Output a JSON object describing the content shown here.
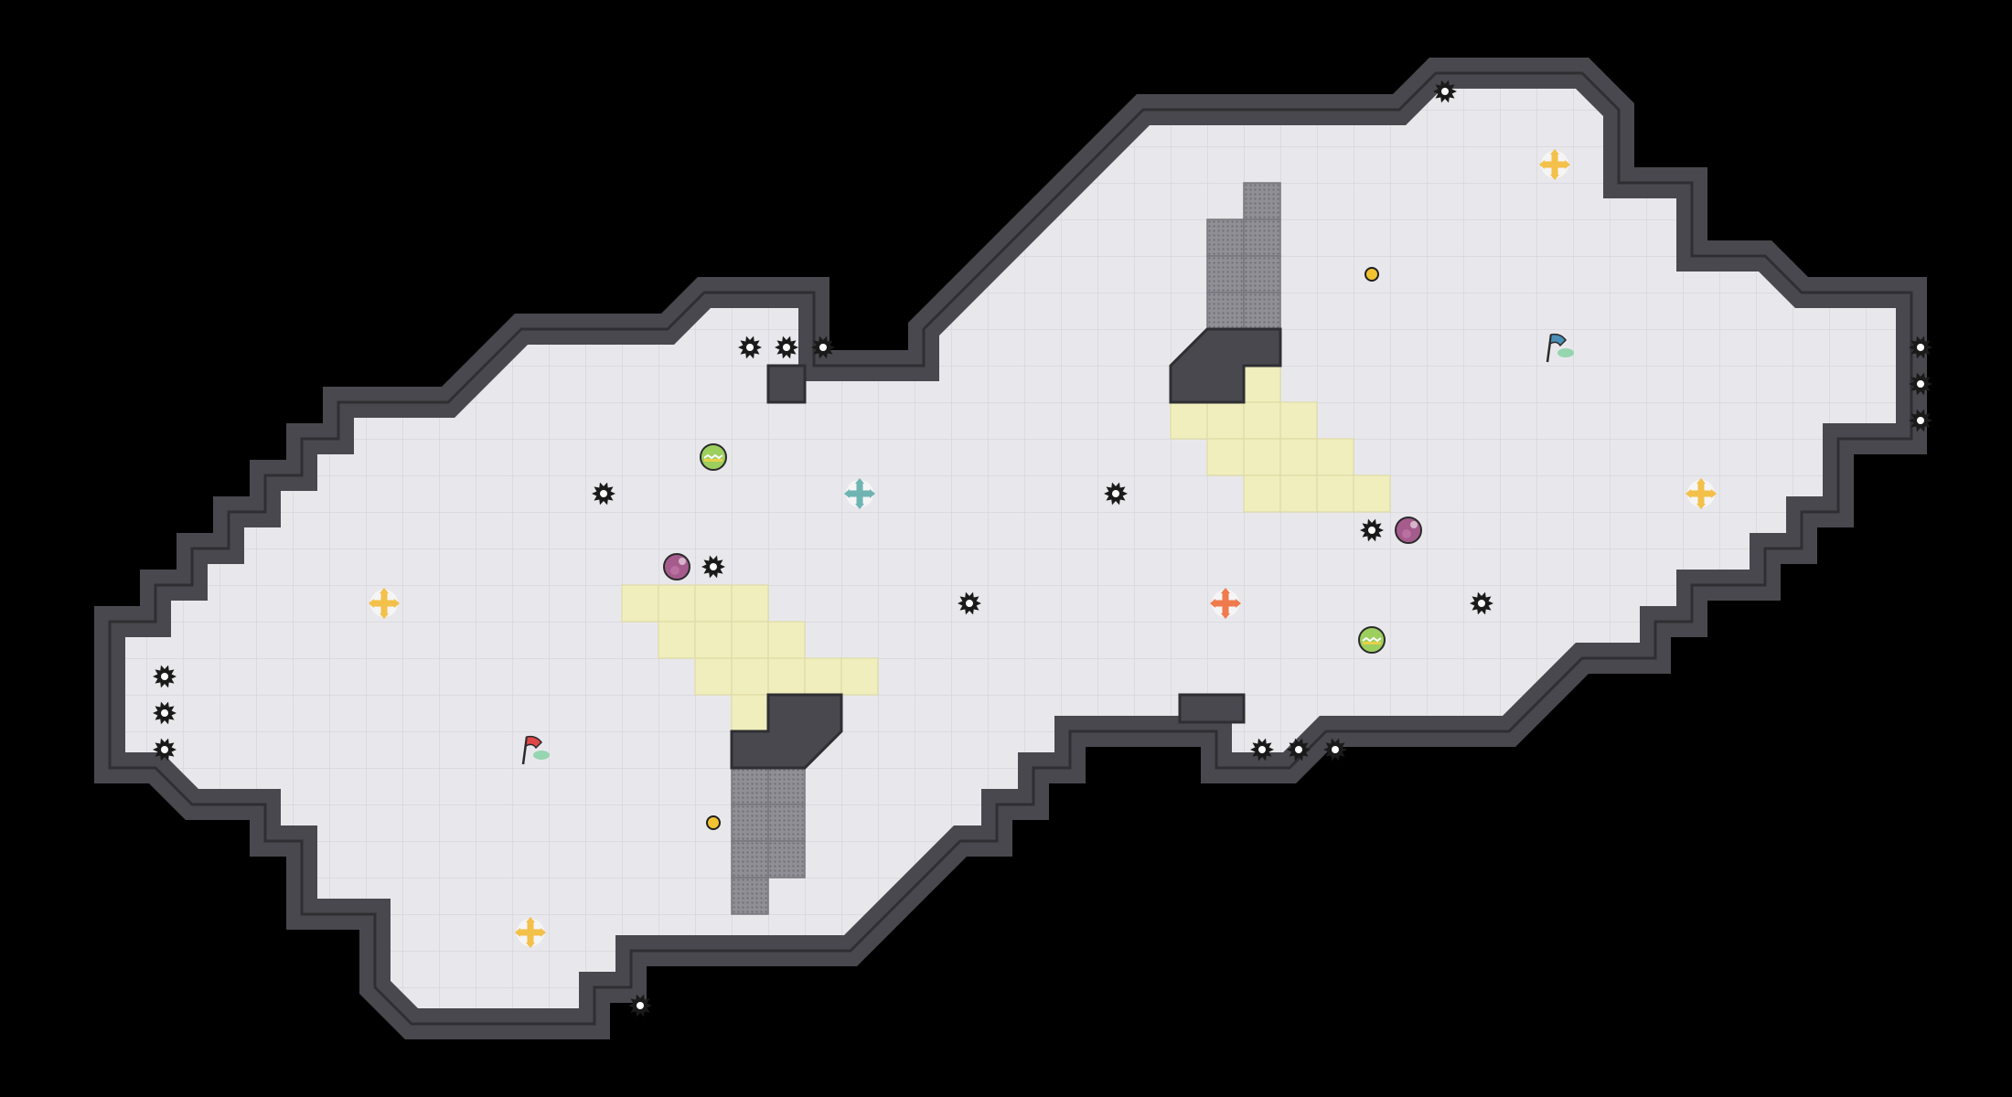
{
  "colors": {
    "background": "#000000",
    "floor": "#e8e8ec",
    "grid": "#d6d6dc",
    "wall": "#48484e",
    "wall_edge": "#2e2e33",
    "sand": "#f0eebc",
    "grate": "#8f8f95",
    "flag_red": "#e04848",
    "flag_blue": "#4a8fb8",
    "cross_yellow": "#f3c04a",
    "cross_teal": "#6fb4b2",
    "cross_orange": "#ef7a4d",
    "orb_green": "#9ccf5e",
    "orb_purple": "#a55b8c",
    "coin": "#f1c232"
  },
  "entities": {
    "flags": [
      {
        "type": "flag-icon",
        "team": "red",
        "col": 13,
        "row": 20
      },
      {
        "type": "flag-icon",
        "team": "blue",
        "col": 41,
        "row": 9
      }
    ],
    "boost_pads": [
      {
        "type": "plus-boost-icon",
        "color": "yellow",
        "col": 9,
        "row": 16
      },
      {
        "type": "plus-boost-icon",
        "color": "teal",
        "col": 22,
        "row": 13
      },
      {
        "type": "plus-boost-icon",
        "color": "orange",
        "col": 32,
        "row": 16
      },
      {
        "type": "plus-boost-icon",
        "color": "yellow",
        "col": 41,
        "row": 4
      },
      {
        "type": "plus-boost-icon",
        "color": "yellow",
        "col": 45,
        "row": 13
      },
      {
        "type": "plus-boost-icon",
        "color": "yellow",
        "col": 13,
        "row": 25
      }
    ],
    "powerups": [
      {
        "type": "green-orb-icon",
        "col": 18,
        "row": 12
      },
      {
        "type": "green-orb-icon",
        "col": 36,
        "row": 17
      },
      {
        "type": "purple-orb-icon",
        "col": 17,
        "row": 15
      },
      {
        "type": "purple-orb-icon",
        "col": 37,
        "row": 14
      }
    ],
    "coins": [
      {
        "type": "coin-icon",
        "col": 36,
        "row": 7
      },
      {
        "type": "coin-icon",
        "col": 18,
        "row": 22
      }
    ],
    "spikes": [
      {
        "type": "spike-icon",
        "col": 19,
        "row": 9
      },
      {
        "type": "spike-icon",
        "col": 20,
        "row": 9
      },
      {
        "type": "spike-icon",
        "col": 21,
        "row": 9
      },
      {
        "type": "spike-icon",
        "col": 38,
        "row": 2
      },
      {
        "type": "spike-icon",
        "col": 51,
        "row": 9
      },
      {
        "type": "spike-icon",
        "col": 51,
        "row": 10
      },
      {
        "type": "spike-icon",
        "col": 51,
        "row": 11
      },
      {
        "type": "spike-icon",
        "col": 15,
        "row": 13
      },
      {
        "type": "spike-icon",
        "col": 29,
        "row": 13
      },
      {
        "type": "spike-icon",
        "col": 18,
        "row": 15
      },
      {
        "type": "spike-icon",
        "col": 36,
        "row": 14
      },
      {
        "type": "spike-icon",
        "col": 25,
        "row": 16
      },
      {
        "type": "spike-icon",
        "col": 39,
        "row": 16
      },
      {
        "type": "spike-icon",
        "col": 3,
        "row": 18
      },
      {
        "type": "spike-icon",
        "col": 3,
        "row": 19
      },
      {
        "type": "spike-icon",
        "col": 3,
        "row": 20
      },
      {
        "type": "spike-icon",
        "col": 33,
        "row": 20
      },
      {
        "type": "spike-icon",
        "col": 34,
        "row": 20
      },
      {
        "type": "spike-icon",
        "col": 35,
        "row": 20
      },
      {
        "type": "spike-icon",
        "col": 16,
        "row": 27
      }
    ]
  }
}
